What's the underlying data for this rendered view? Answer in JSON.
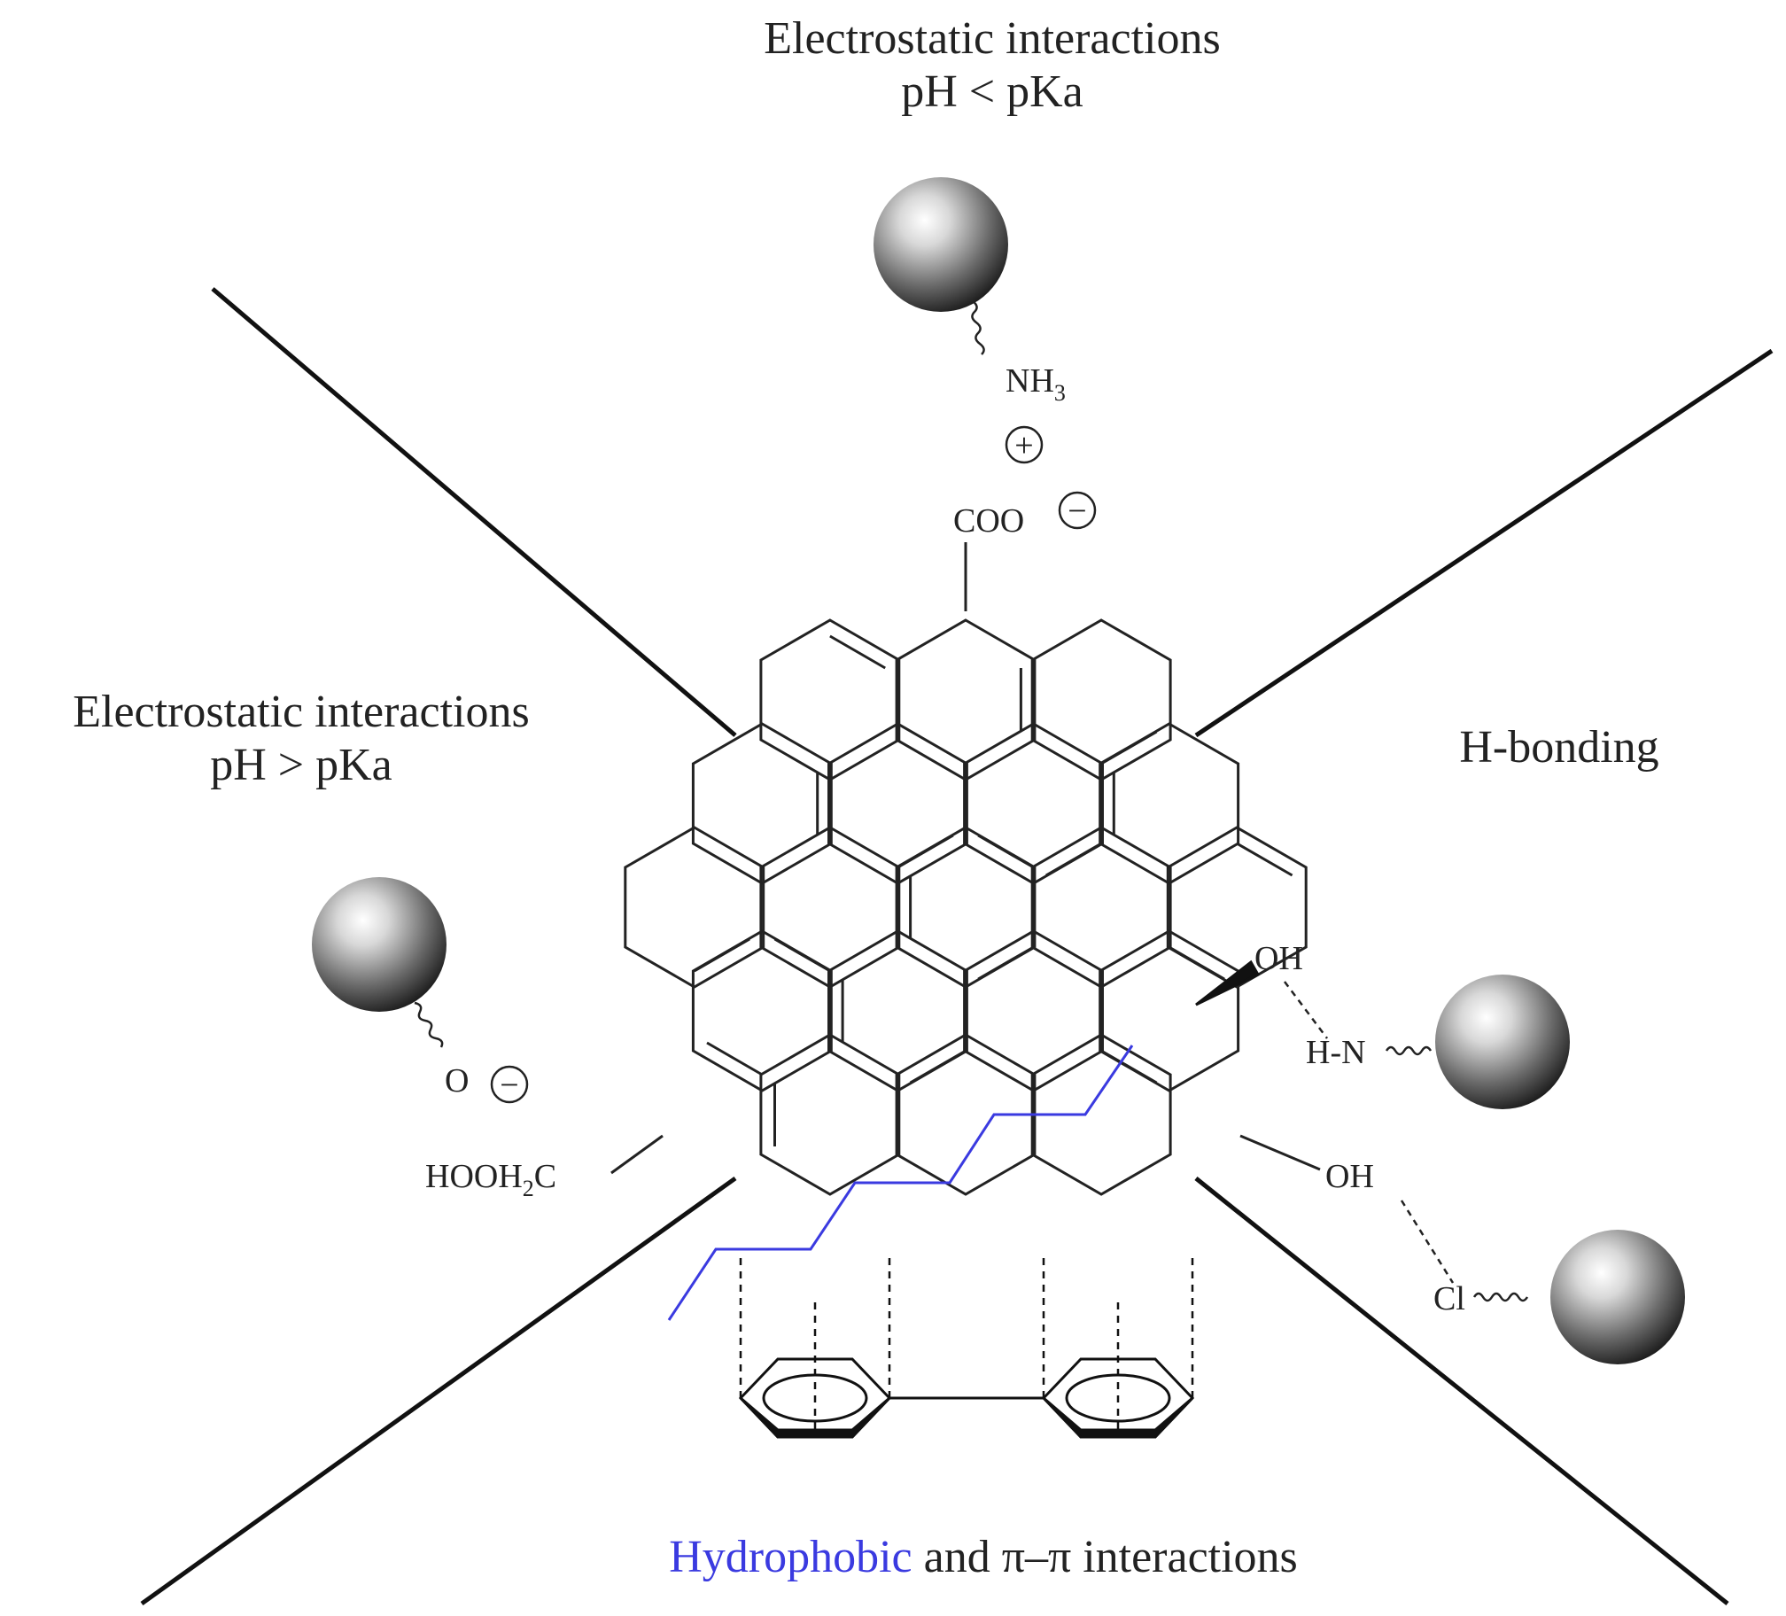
{
  "sections": {
    "top": {
      "title": "Electrostatic interactions",
      "subtitle": "pH < pKa"
    },
    "left": {
      "title": "Electrostatic interactions",
      "subtitle": "pH > pKa"
    },
    "right": {
      "title": "H-bonding"
    },
    "bottom": {
      "title_highlight": "Hydrophobic",
      "title_rest": "and π–π interactions",
      "highlight_color": "#3a3ae0"
    }
  },
  "chem_labels": {
    "ammonium": "NH",
    "ammonium_sub": "3",
    "carboxylate": "COO",
    "oxide": "O",
    "hydroxy_top": "OH",
    "hydroxy_bottom": "OH",
    "amine": "H-N",
    "chloride": "Cl",
    "carboxymethyl": "HOOH",
    "carboxymethyl_sub": "2",
    "carboxymethyl_tail": "C",
    "plus_sign": "+",
    "minus_sign": "−"
  },
  "colors": {
    "ink": "#222222",
    "hydrophobic_chain": "#3a3ae0"
  }
}
